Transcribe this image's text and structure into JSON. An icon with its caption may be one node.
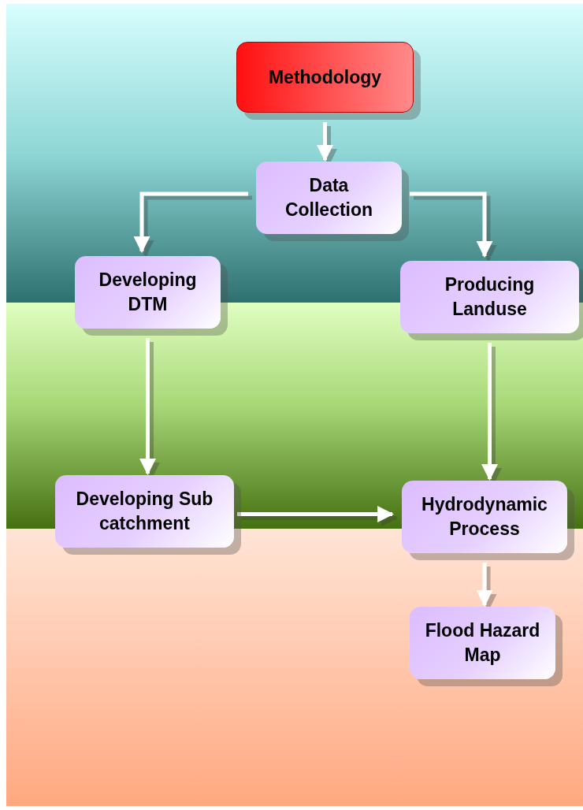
{
  "diagram": {
    "nodes": [
      {
        "text": [
          "Methodology"
        ]
      },
      {
        "text": [
          "Data Collection"
        ]
      },
      {
        "text": [
          "Developing DTM"
        ]
      },
      {
        "text": [
          "Producing Landuse"
        ]
      },
      {
        "text": [
          "Developing Sub catchment"
        ]
      },
      {
        "text": [
          "Hydrodynamic Process"
        ]
      },
      {
        "text": [
          "Flood Hazard Map"
        ]
      }
    ],
    "edges": [
      {
        "from": 0,
        "to": 1,
        "arrow": "to"
      },
      {
        "from": 1,
        "to": 2,
        "arrow": "to"
      },
      {
        "from": 1,
        "to": 3,
        "arrow": "to"
      },
      {
        "from": 2,
        "to": 4,
        "arrow": "to"
      },
      {
        "from": 3,
        "to": 5,
        "arrow": "to"
      },
      {
        "from": 4,
        "to": 5,
        "arrow": "to"
      },
      {
        "from": 5,
        "to": 6,
        "arrow": "to"
      }
    ]
  }
}
